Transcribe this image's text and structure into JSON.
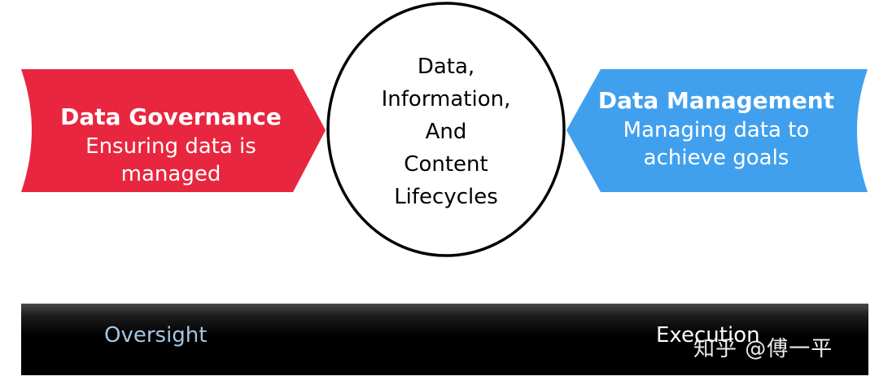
{
  "governance": {
    "title": "Data Governance",
    "subtitle": "Ensuring data is managed",
    "color": "#e8263f"
  },
  "management": {
    "title": "Data Management",
    "subtitle_line1": "Managing data to",
    "subtitle_line2": "achieve goals",
    "color": "#41a0ee"
  },
  "center": {
    "lines": [
      "Data,",
      "Information,",
      "And",
      "Content",
      "Lifecycles"
    ]
  },
  "bottom_bar": {
    "left_label": "Oversight",
    "right_label": "Execution",
    "left_label_color": "#a6c5e2"
  },
  "watermark": {
    "text": "知乎 @傅一平"
  }
}
